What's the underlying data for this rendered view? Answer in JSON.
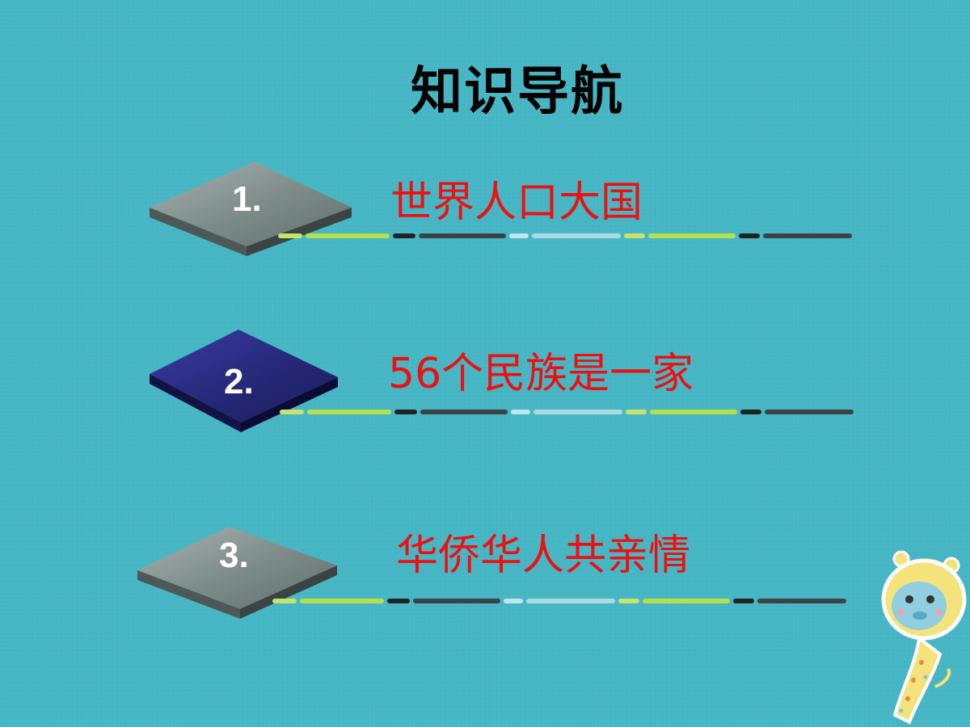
{
  "slide": {
    "title": "知识导航",
    "items": [
      {
        "number": "1.",
        "label": "世界人口大国",
        "tile_color": "gray"
      },
      {
        "number": "2.",
        "label": "56个民族是一家",
        "tile_color": "navy"
      },
      {
        "number": "3.",
        "label": "华侨华人共亲情",
        "tile_color": "gray"
      }
    ]
  },
  "colors": {
    "background": "#47b6c4",
    "title": "#000000",
    "label": "#ee1010",
    "tile_gray_top": "#8c9a98",
    "tile_navy_top": "#2e2f8c"
  },
  "icons": {
    "decoration": "giraffe-icon"
  }
}
